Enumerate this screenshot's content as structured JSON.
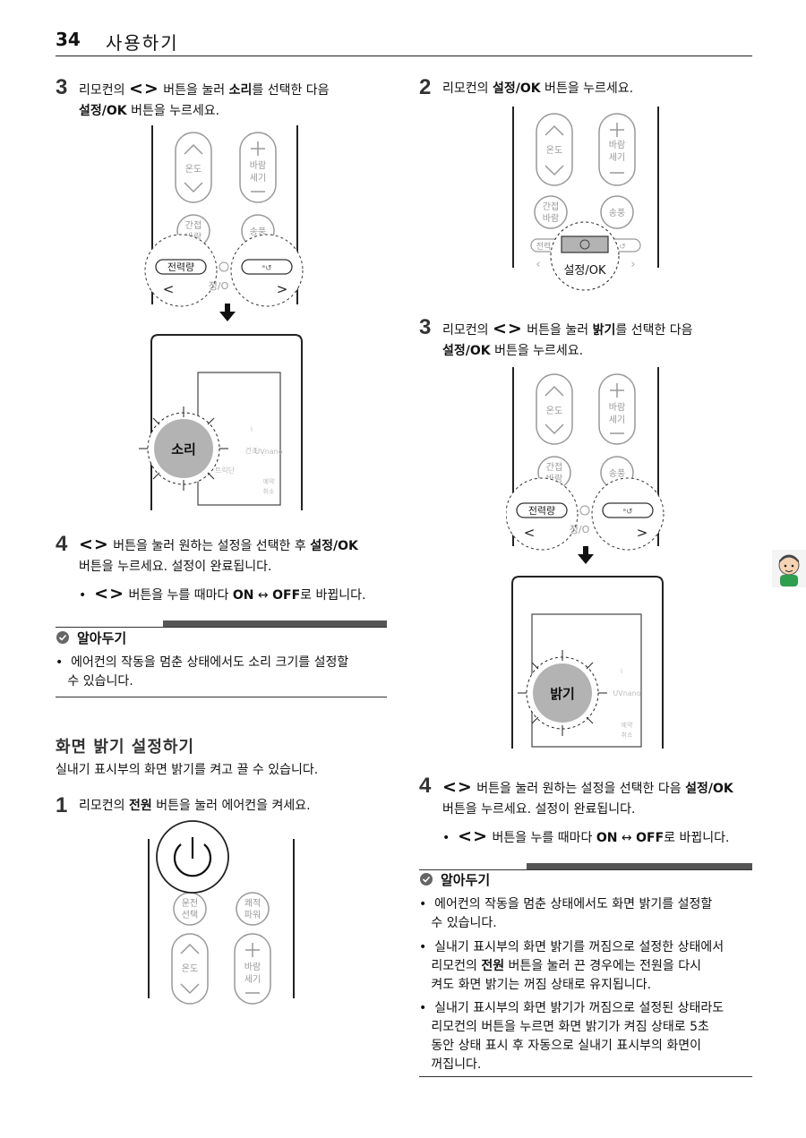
{
  "header": {
    "page_number": "34",
    "section_title": "사용하기"
  },
  "left": {
    "step3": {
      "num": "3",
      "t1": "리모컨의 ",
      "arrows": "<>",
      "t2": " 버튼을 눌러 ",
      "b1": "소리",
      "t3": "를 선택한 다음",
      "b2": "설정/OK",
      "t4": " 버튼을 누르세요."
    },
    "remote1": {
      "temp": "온도",
      "wind1": "바람",
      "wind2": "세기",
      "indirect1": "간접",
      "indirect2": "바람",
      "fan": "송풍",
      "power_btn": "전력량",
      "set_partial": "정/O",
      "left_arrow": "<",
      "right_arrow": ">"
    },
    "display1": {
      "bubble": "소리",
      "faint1": "건조",
      "faint2": "UVnano",
      "faint3": "트릭단",
      "faint4": "예약",
      "faint5": "취소"
    },
    "step4": {
      "num": "4",
      "arrows": "<>",
      "t1": " 버튼을 눌러 원하는 설정을 선택한 후 ",
      "b1": "설정/OK",
      "t2": "버튼을 누르세요. 설정이 완료됩니다.",
      "bullet_arrows": "<>",
      "bullet_t1": " 버튼을 누를 때마다 ",
      "on": "ON",
      "toggle": " ↔ ",
      "off": "OFF",
      "bullet_t2": "로 바뀝니다."
    },
    "note": {
      "heading": "알아두기",
      "item1_line1": "에어컨의 작동을 멈춘 상태에서도 소리 크기를 설정할",
      "item1_line2": "수 있습니다."
    },
    "section": {
      "title": "화면 밝기 설정하기",
      "intro": "실내기 표시부의 화면 밝기를 켜고 끌 수 있습니다."
    },
    "step1": {
      "num": "1",
      "t1": "리모컨의 ",
      "b1": "전원",
      "t2": " 버튼을 눌러 에어컨을 켜세요."
    },
    "remote3": {
      "mode1": "운전",
      "mode2": "선택",
      "comfort1": "쾌적",
      "comfort2": "파워",
      "temp": "온도",
      "wind1": "바람",
      "wind2": "세기"
    }
  },
  "right": {
    "step2": {
      "num": "2",
      "t1": "리모컨의 ",
      "b1": "설정/OK",
      "t2": " 버튼을 누르세요."
    },
    "remote2": {
      "temp": "온도",
      "wind1": "바람",
      "wind2": "세기",
      "indirect1": "간접",
      "indirect2": "바람",
      "fan": "송풍",
      "power_partial": "전력",
      "set_label": "설정/OK"
    },
    "step3": {
      "num": "3",
      "t1": "리모컨의 ",
      "arrows": "<>",
      "t2": " 버튼을 눌러 ",
      "b1": "밝기",
      "t3": "를 선택한 다음",
      "b2": "설정/OK",
      "t4": " 버튼을 누르세요."
    },
    "remote4": {
      "temp": "온도",
      "wind1": "바람",
      "wind2": "세기",
      "indirect1": "간접",
      "indirect2": "바람",
      "fan": "송풍",
      "power_btn": "전력량",
      "set_partial": "정/O",
      "left_arrow": "<",
      "right_arrow": ">"
    },
    "display2": {
      "bubble": "밝기",
      "faint2": "UVnano",
      "faint4": "예약",
      "faint5": "취소"
    },
    "step4": {
      "num": "4",
      "arrows": "<>",
      "t1": " 버튼을 눌러 원하는 설정을 선택한 다음 ",
      "b1": "설정/OK",
      "t2": "버튼을 누르세요. 설정이 완료됩니다.",
      "bullet_arrows": "<>",
      "bullet_t1": " 버튼을 누를 때마다 ",
      "on": "ON",
      "toggle": " ↔ ",
      "off": "OFF",
      "bullet_t2": "로 바뀝니다."
    },
    "note": {
      "heading": "알아두기",
      "item1_line1": "에어컨의 작동을 멈춘 상태에서도 화면 밝기를 설정할",
      "item1_line2": "수 있습니다.",
      "item2_line1": "실내기 표시부의 화면 밝기를 꺼짐으로 설정한 상태에서",
      "item2_line2a": "리모컨의 ",
      "item2_b": "전원",
      "item2_line2b": " 버튼을 눌러 끈 경우에는 전원을 다시",
      "item2_line3": "켜도 화면 밝기는 꺼짐 상태로 유지됩니다.",
      "item3_line1": "실내기 표시부의 화면 밝기가 꺼짐으로 설정된 상태라도",
      "item3_line2": "리모컨의 버튼을 누르면 화면 밝기가 켜짐 상태로 5초",
      "item3_line3": "동안 상태 표시 후 자동으로 실내기 표시부의 화면이",
      "item3_line4": "꺼집니다."
    }
  },
  "colors": {
    "accent_gray": "#555555",
    "bubble_gray": "#b3b3b3",
    "side_icon_green": "#2e9e4f"
  }
}
